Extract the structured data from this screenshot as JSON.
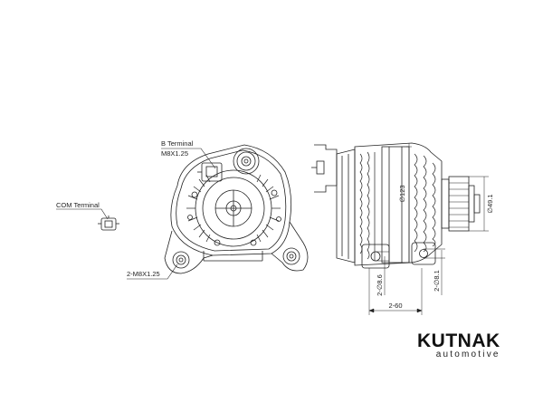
{
  "labels": {
    "b_terminal": "B Terminal",
    "b_thread": "M8X1.25",
    "com_terminal": "COM Terminal",
    "mount_bolts": "2-M8X1.25"
  },
  "dimensions": {
    "d123": "∅123",
    "d49": "∅49.1",
    "h86": "2-∅8.6",
    "h81": "2-∅8.1",
    "w60": "2-60"
  },
  "brand": {
    "name": "KUTNAK",
    "tagline": "automotive"
  }
}
